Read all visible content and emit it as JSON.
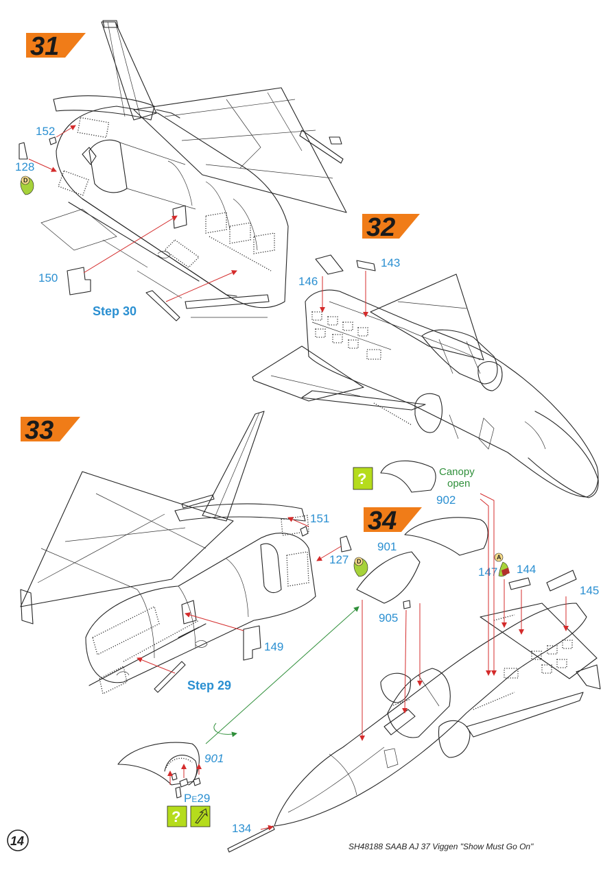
{
  "steps": [
    {
      "number": "31"
    },
    {
      "number": "32"
    },
    {
      "number": "33"
    },
    {
      "number": "34"
    }
  ],
  "colors": {
    "step_banner": "#f07c18",
    "callout_blue": "#2a8fd1",
    "arrow_red": "#d42b2b",
    "arrow_green": "#2f8f3a",
    "hint_box": "#b5dc1c",
    "paint_badge_green": "#a6d23a",
    "paint_badge_red": "#b3312c"
  },
  "step31": {
    "part_152": "152",
    "part_128": "128",
    "paint_128": "D",
    "part_150": "150",
    "ref_step": "Step 30"
  },
  "step32": {
    "part_146": "146",
    "part_143": "143"
  },
  "step33": {
    "part_151": "151",
    "part_127": "127",
    "paint_127": "D",
    "part_149": "149",
    "ref_step": "Step 29"
  },
  "step34": {
    "canopy_line1": "Canopy",
    "canopy_line2": "open",
    "part_902": "902",
    "part_901": "901",
    "part_147": "147",
    "paint_147": "A",
    "part_144": "144",
    "part_145": "145",
    "part_905": "905",
    "part_134": "134",
    "detail_901": "901",
    "pe_part_prefix": "P",
    "pe_part_sub": "E",
    "pe_part_num": "29",
    "hint_icon": "question-mark-icon",
    "flip_icon": "flip-arrow-icon"
  },
  "footer": {
    "page_number": "14",
    "title": "SH48188 SAAB AJ 37 Viggen \"Show Must Go On\""
  }
}
